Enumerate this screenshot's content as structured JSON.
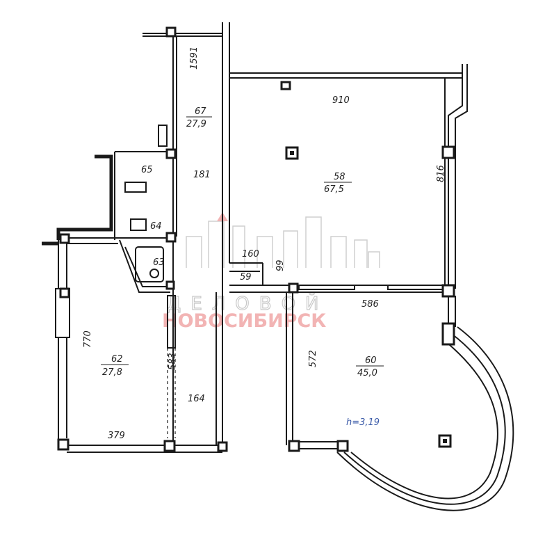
{
  "rooms": [
    {
      "id": "67",
      "num": "67",
      "area": "27,9"
    },
    {
      "id": "65",
      "num": "65"
    },
    {
      "id": "64",
      "num": "64"
    },
    {
      "id": "63",
      "num": "63"
    },
    {
      "id": "58",
      "num": "58",
      "area": "67,5"
    },
    {
      "id": "62",
      "num": "62",
      "area": "27,8"
    },
    {
      "id": "60",
      "num": "60",
      "area": "45,0"
    }
  ],
  "dimensions": {
    "d1591": "1591",
    "d910": "910",
    "d181": "181",
    "d816": "816",
    "d160": "160",
    "d59": "59",
    "d99": "99",
    "d586": "586",
    "d770": "770",
    "d583": "583",
    "d164": "164",
    "d379": "379",
    "d572": "572"
  },
  "ceiling_height": "h=3,19",
  "watermark": {
    "line1": "ДЕЛОВОЙ",
    "line2": "НОВОСИБИРСК"
  },
  "colors": {
    "wall": "#1a1a1a",
    "watermark_red": "#f2b4b4",
    "watermark_gray": "#c8c8c8",
    "height_blue": "#3a5aa8"
  }
}
